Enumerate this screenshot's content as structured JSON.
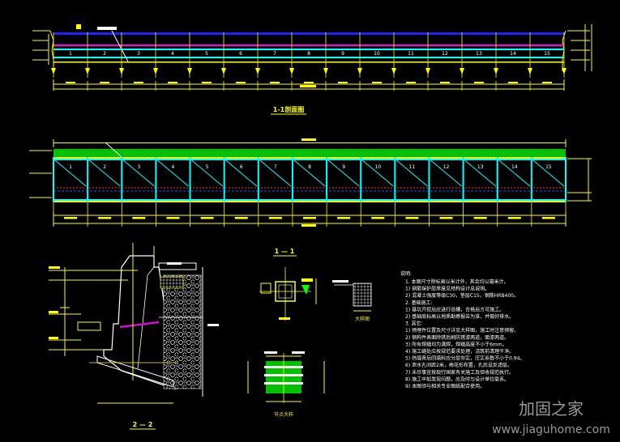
{
  "bay_count": 15,
  "elevation_view": {
    "caption": "1-1剖面图",
    "bay_numbers": [
      "1",
      "2",
      "3",
      "4",
      "5",
      "6",
      "7",
      "8",
      "9",
      "10",
      "11",
      "12",
      "13",
      "14",
      "15"
    ]
  },
  "plan_view": {
    "caption": "",
    "bay_numbers": [
      "1",
      "2",
      "3",
      "4",
      "5",
      "6",
      "7",
      "8",
      "9",
      "10",
      "11",
      "12",
      "13",
      "14",
      "15"
    ]
  },
  "section_detail": {
    "caption": "2 — 2"
  },
  "detail_1": {
    "caption": "1 — 1"
  },
  "detail_2": {
    "caption": "大样图"
  },
  "detail_3": {
    "caption": "节点大样"
  },
  "notes": {
    "heading": "说明:",
    "lines": [
      "1. 本图尺寸除标高以米计外，其余均以毫米计。",
      "   1) 钢筋保护层厚度见结构设计总说明。",
      "   2) 混凝土强度等级C30，垫层C15，钢筋HRB400。",
      "2. 基础施工:",
      "   1) 基坑开挖后应进行验槽，合格后方可施工。",
      "   2) 基础底标高以地质勘察报告为准，并做好排水。",
      "3. 其它:",
      "   1) 预埋件位置及尺寸详见大样图，施工时注意预留。",
      "   2) 钢构件表面除锈后刷防锈漆两道，面漆两道。",
      "   3) 所有焊缝均为满焊，焊缝高度不小于6mm。",
      "   4) 施工缝处应按规范要求处理，浇筑前清理干净。",
      "   5) 挡墙背后回填料应分层夯实，压实系数不小于0.94。",
      "   6) 泄水孔间距2米，梅花形布置，孔后设反滤层。",
      "   7) 未尽事宜按现行国家有关施工及验收规范执行。",
      "   8) 施工中如发现问题，应及时与设计单位联系。",
      "   9) 本图须与相关专业图纸配合使用。"
    ]
  },
  "watermark": {
    "brand": "加固之家",
    "url": "www.jiaguhome.com"
  },
  "colors": {
    "background": "#000000",
    "yellow": "#ffff00",
    "cyan": "#00ffff",
    "blue": "#2020ff",
    "magenta": "#ff00ff",
    "green": "#00ff00",
    "white": "#ffffff",
    "red": "#ff3030"
  }
}
